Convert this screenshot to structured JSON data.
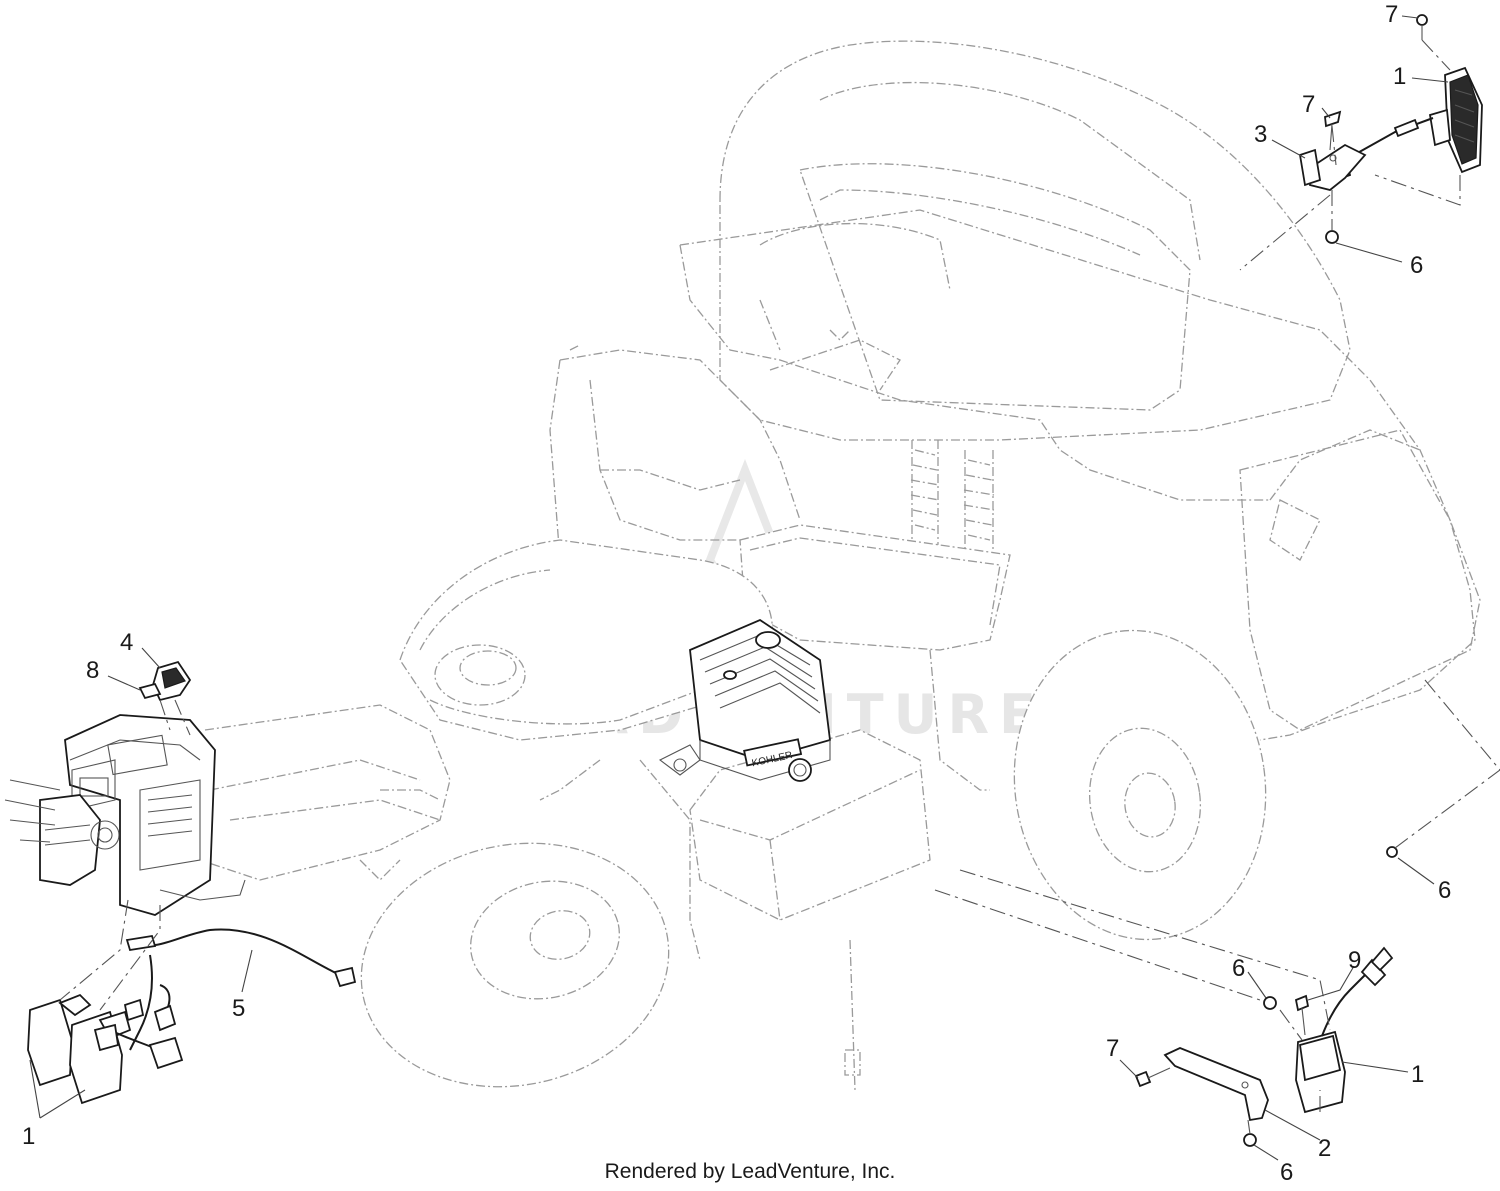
{
  "callouts": [
    {
      "id": "c7a",
      "label": "7"
    },
    {
      "id": "c1a",
      "label": "1"
    },
    {
      "id": "c7b",
      "label": "7"
    },
    {
      "id": "c3",
      "label": "3"
    },
    {
      "id": "c6a",
      "label": "6"
    },
    {
      "id": "c4",
      "label": "4"
    },
    {
      "id": "c8",
      "label": "8"
    },
    {
      "id": "c6b",
      "label": "6"
    },
    {
      "id": "c5",
      "label": "5"
    },
    {
      "id": "c6c",
      "label": "6"
    },
    {
      "id": "c9",
      "label": "9"
    },
    {
      "id": "c7c",
      "label": "7"
    },
    {
      "id": "c1b",
      "label": "1"
    },
    {
      "id": "c2",
      "label": "2"
    },
    {
      "id": "c6d",
      "label": "6"
    },
    {
      "id": "c1c",
      "label": "1"
    }
  ],
  "footer": "Rendered by LeadVenture, Inc.",
  "watermark": "LEADVENTURE",
  "engine_brand": "KOHLER",
  "colors": {
    "ink": "#1a1a1a",
    "ghost": "#9a9a9a",
    "watermark": "#e6e6e6"
  }
}
